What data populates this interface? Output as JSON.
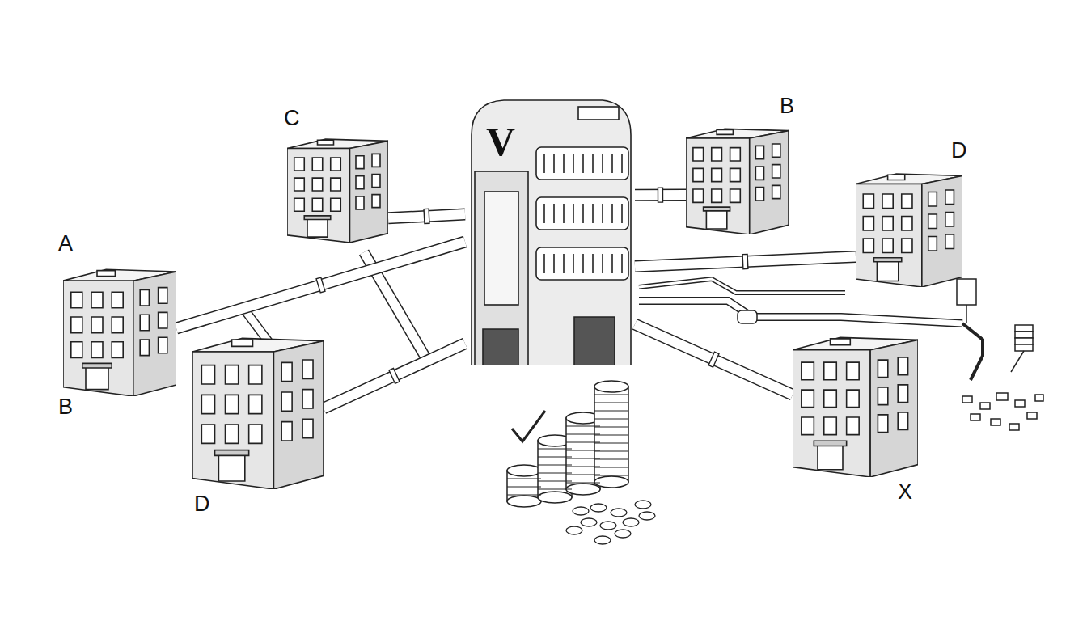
{
  "diagram": {
    "nodes": [
      {
        "text": [
          "C"
        ]
      },
      {
        "text": [
          "V"
        ]
      },
      {
        "text": [
          "B"
        ]
      },
      {
        "text": [
          "D"
        ]
      },
      {
        "text": [
          "A",
          "B"
        ]
      },
      {
        "text": [
          "D"
        ]
      },
      {
        "text": [
          "X"
        ]
      }
    ],
    "edges": [
      {
        "from": 4,
        "to": 1,
        "arrow": "none"
      },
      {
        "from": 0,
        "to": 1,
        "arrow": "none"
      },
      {
        "from": 5,
        "to": 1,
        "arrow": "none"
      },
      {
        "from": 2,
        "to": 1,
        "arrow": "none"
      },
      {
        "from": 3,
        "to": 1,
        "arrow": "none"
      },
      {
        "from": 6,
        "to": 1,
        "arrow": "none"
      }
    ]
  }
}
